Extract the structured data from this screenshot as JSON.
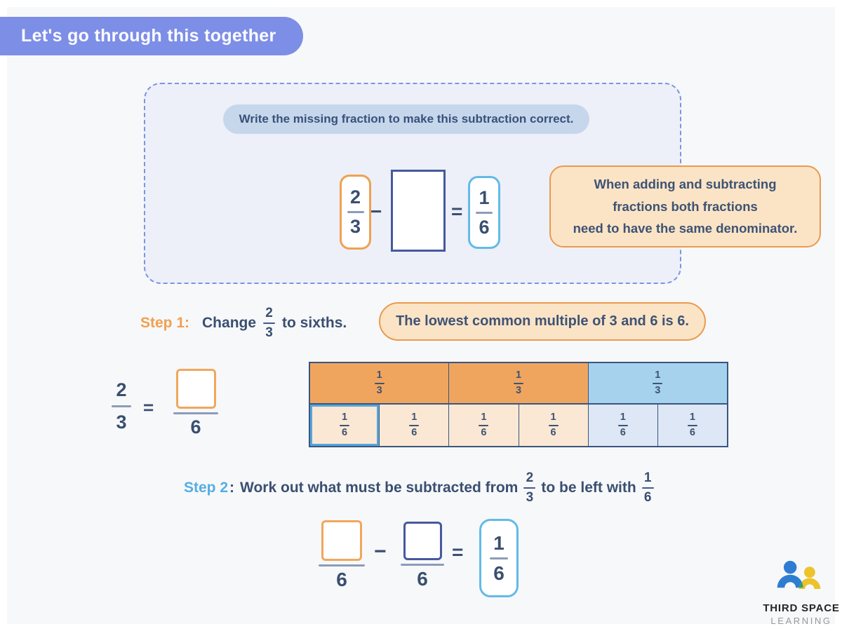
{
  "banner": {
    "label": "Let's go through this together"
  },
  "prompt": {
    "prefix": "Write the missing fraction to make this ",
    "bold": "subtraction",
    "suffix": " correct."
  },
  "equation_top": {
    "minuend": {
      "num": "2",
      "den": "3"
    },
    "minus": "−",
    "equals": "=",
    "result": {
      "num": "1",
      "den": "6"
    }
  },
  "callout": {
    "line1": "When adding and subtracting",
    "line2": "fractions both fractions",
    "line3": "need to have the same denominator."
  },
  "step1": {
    "label": "Step 1:",
    "text_before": "Change",
    "fraction": {
      "num": "2",
      "den": "3"
    },
    "text_after": "to sixths.",
    "hint": "The lowest common multiple of 3 and 6 is 6."
  },
  "conversion": {
    "lhs": {
      "num": "2",
      "den": "3"
    },
    "equals": "=",
    "rhs_den": "6"
  },
  "bar_model": {
    "top_row": [
      {
        "num": "1",
        "den": "3",
        "style": "orange"
      },
      {
        "num": "1",
        "den": "3",
        "style": "orange"
      },
      {
        "num": "1",
        "den": "3",
        "style": "blue"
      }
    ],
    "bottom_row": [
      {
        "num": "1",
        "den": "6",
        "style": "cream",
        "highlight": true
      },
      {
        "num": "1",
        "den": "6",
        "style": "cream"
      },
      {
        "num": "1",
        "den": "6",
        "style": "cream"
      },
      {
        "num": "1",
        "den": "6",
        "style": "cream"
      },
      {
        "num": "1",
        "den": "6",
        "style": "paleblue"
      },
      {
        "num": "1",
        "den": "6",
        "style": "paleblue"
      }
    ]
  },
  "step2": {
    "label": "Step 2",
    "colon": ":",
    "text_a": "Work out what must be subtracted from",
    "frac_a": {
      "num": "2",
      "den": "3"
    },
    "text_b": "to be left with",
    "frac_b": {
      "num": "1",
      "den": "6"
    }
  },
  "equation_bottom": {
    "left_den": "6",
    "minus": "−",
    "mid_den": "6",
    "equals": "=",
    "result": {
      "num": "1",
      "den": "6"
    }
  },
  "logo": {
    "line1": "THIRD SPACE",
    "line2": "LEARNING"
  },
  "theme": {
    "periwinkle": "#7d8ee7",
    "navy_text": "#3a4f70",
    "orange_border": "#eb9a4e",
    "orange_fill": "#fbe4c6",
    "bar_orange": "#f0a55e",
    "bar_cream": "#fae8d4",
    "bar_blue": "#a6d2ed",
    "bar_paleblue": "#dde7f5",
    "blue_border": "#63bae8",
    "navy_border": "#46599f",
    "table_border": "#3a557e",
    "highlight_blue": "#55a6dd",
    "pill_blue_bg": "#c6d7ec",
    "panel_fill": "#edf0f9",
    "panel_border": "#7e93e2",
    "page_bg": "#f7f8fa"
  }
}
